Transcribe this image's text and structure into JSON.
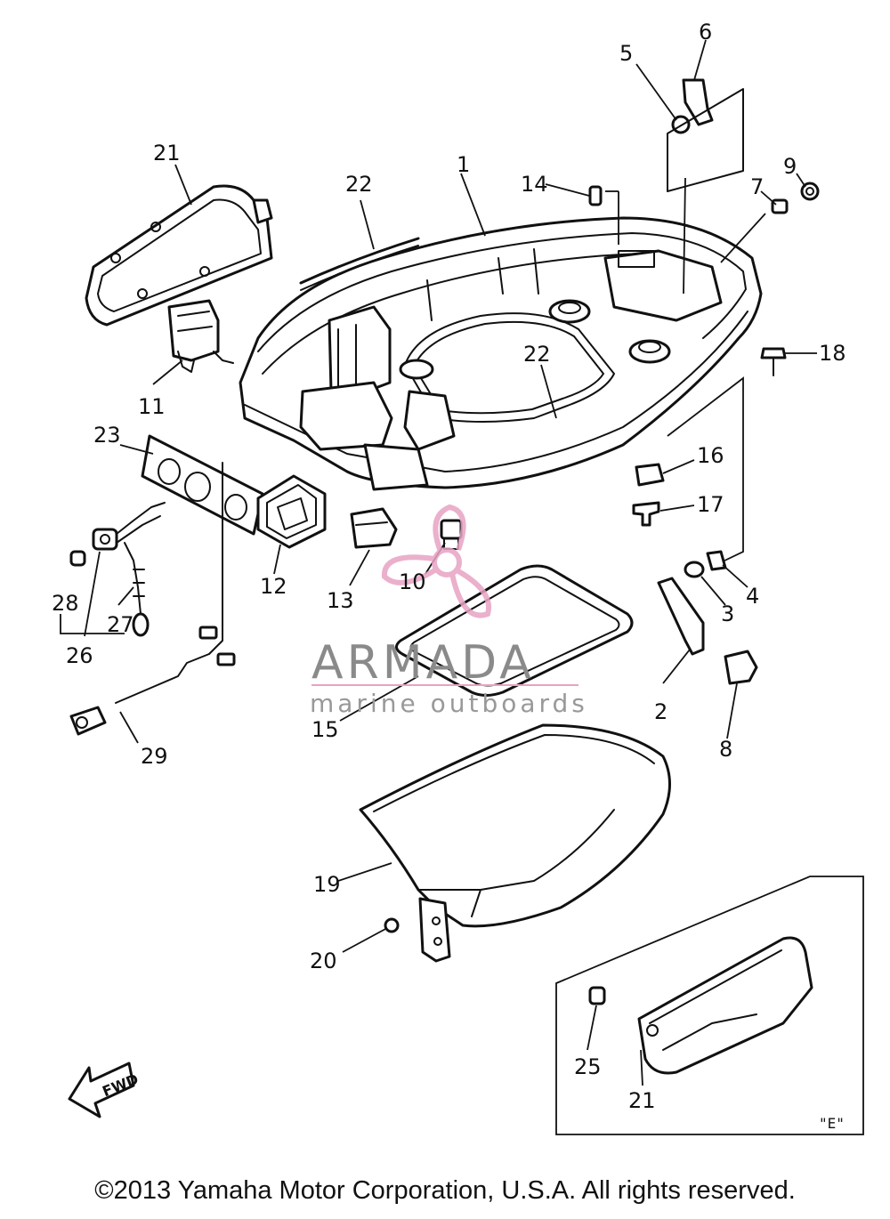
{
  "callouts": {
    "c1": "1",
    "c2": "2",
    "c3": "3",
    "c4": "4",
    "c5": "5",
    "c6": "6",
    "c7": "7",
    "c8": "8",
    "c9": "9",
    "c10": "10",
    "c11": "11",
    "c12": "12",
    "c13": "13",
    "c14": "14",
    "c15": "15",
    "c16": "16",
    "c17": "17",
    "c18": "18",
    "c19": "19",
    "c20": "20",
    "c21a": "21",
    "c21b": "21",
    "c22a": "22",
    "c22b": "22",
    "c23": "23",
    "c25": "25",
    "c26": "26",
    "c27": "27",
    "c28": "28",
    "c29": "29"
  },
  "fwd_label": "FWD",
  "inset_label": "\"E\"",
  "watermark": {
    "main": "ARMADA",
    "sub": "marine outboards",
    "logo_color": "#e7a3c4"
  },
  "copyright": "©2013 Yamaha Motor Corporation, U.S.A. All rights reserved."
}
